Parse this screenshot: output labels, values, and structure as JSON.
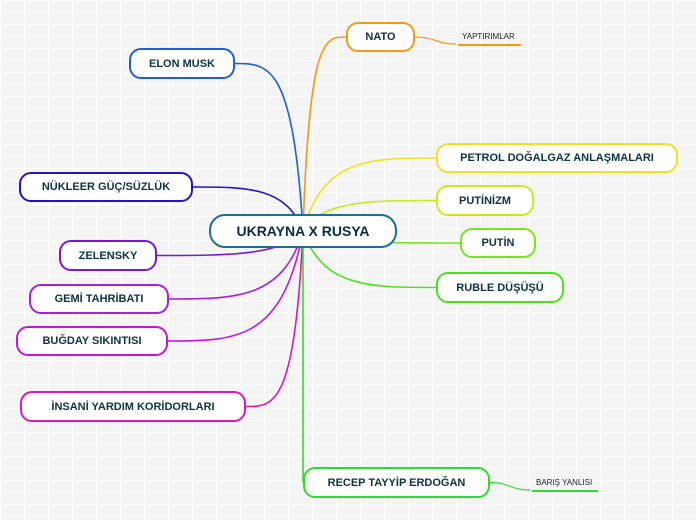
{
  "center": {
    "label": "UKRAYNA X RUSYA",
    "color": "#1b6e96"
  },
  "topics": [
    {
      "id": "nato",
      "label": "NATO",
      "color": "#f39c12"
    },
    {
      "id": "elon-musk",
      "label": "ELON MUSK",
      "color": "#1e5de0"
    },
    {
      "id": "nukleer",
      "label": "NÜKLEER GÜÇ/SÜZLÜK",
      "color": "#2612c7"
    },
    {
      "id": "zelensky",
      "label": "ZELENSKY",
      "color": "#7818d6"
    },
    {
      "id": "gemi",
      "label": "GEMİ TAHRİBATI",
      "color": "#a81fdb"
    },
    {
      "id": "bugday",
      "label": "BUĞDAY SIKINTISI",
      "color": "#c416d6"
    },
    {
      "id": "insani",
      "label": "İNSANİ YARDIM KORİDORLARI",
      "color": "#e015b8"
    },
    {
      "id": "petrol",
      "label": "PETROL DOĞALGAZ ANLAŞMALARI",
      "color": "#f2e21e"
    },
    {
      "id": "putinizm",
      "label": "PUTİNİZM",
      "color": "#c6ea1e"
    },
    {
      "id": "putin",
      "label": "PUTİN",
      "color": "#7be51c"
    },
    {
      "id": "ruble",
      "label": "RUBLE DÜŞÜŞÜ",
      "color": "#4de11c"
    },
    {
      "id": "erdogan",
      "label": "RECEP TAYYİP ERDOĞAN",
      "color": "#2edc2e"
    }
  ],
  "subtopics": [
    {
      "parent": "nato",
      "label": "YAPTIRIMLAR",
      "color": "#f39c12"
    },
    {
      "parent": "erdogan",
      "label": "BARIŞ YANLISI",
      "color": "#2edc2e"
    }
  ]
}
